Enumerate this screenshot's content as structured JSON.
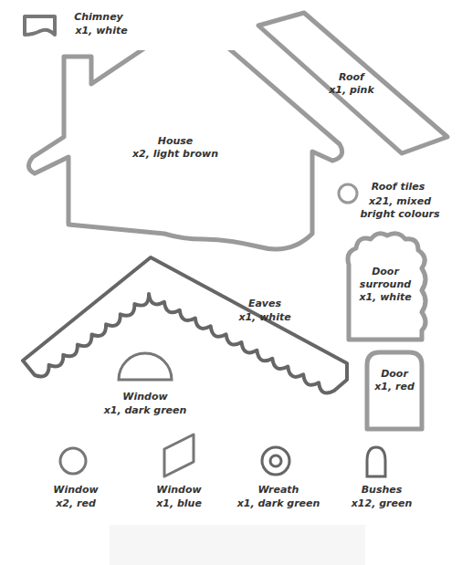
{
  "diagram": {
    "nodes": [
      {
        "text": [
          "House",
          "x2, light brown"
        ]
      },
      {
        "text": [
          "Roof",
          "x1, pink"
        ]
      },
      {
        "text": [
          "Door surround",
          "x1, white"
        ]
      },
      {
        "text": [
          "Door",
          "x1, red"
        ]
      }
    ],
    "labels": [
      "Chimney",
      "x1, white",
      "Roof tiles",
      "x21, mixed bright colours",
      "Eaves",
      "x1, white",
      "Window",
      "x1, dark green",
      "Window",
      "x2, red",
      "Window",
      "x1, blue",
      "Wreath",
      "x1, dark green",
      "Bushes",
      "x12, green"
    ]
  }
}
